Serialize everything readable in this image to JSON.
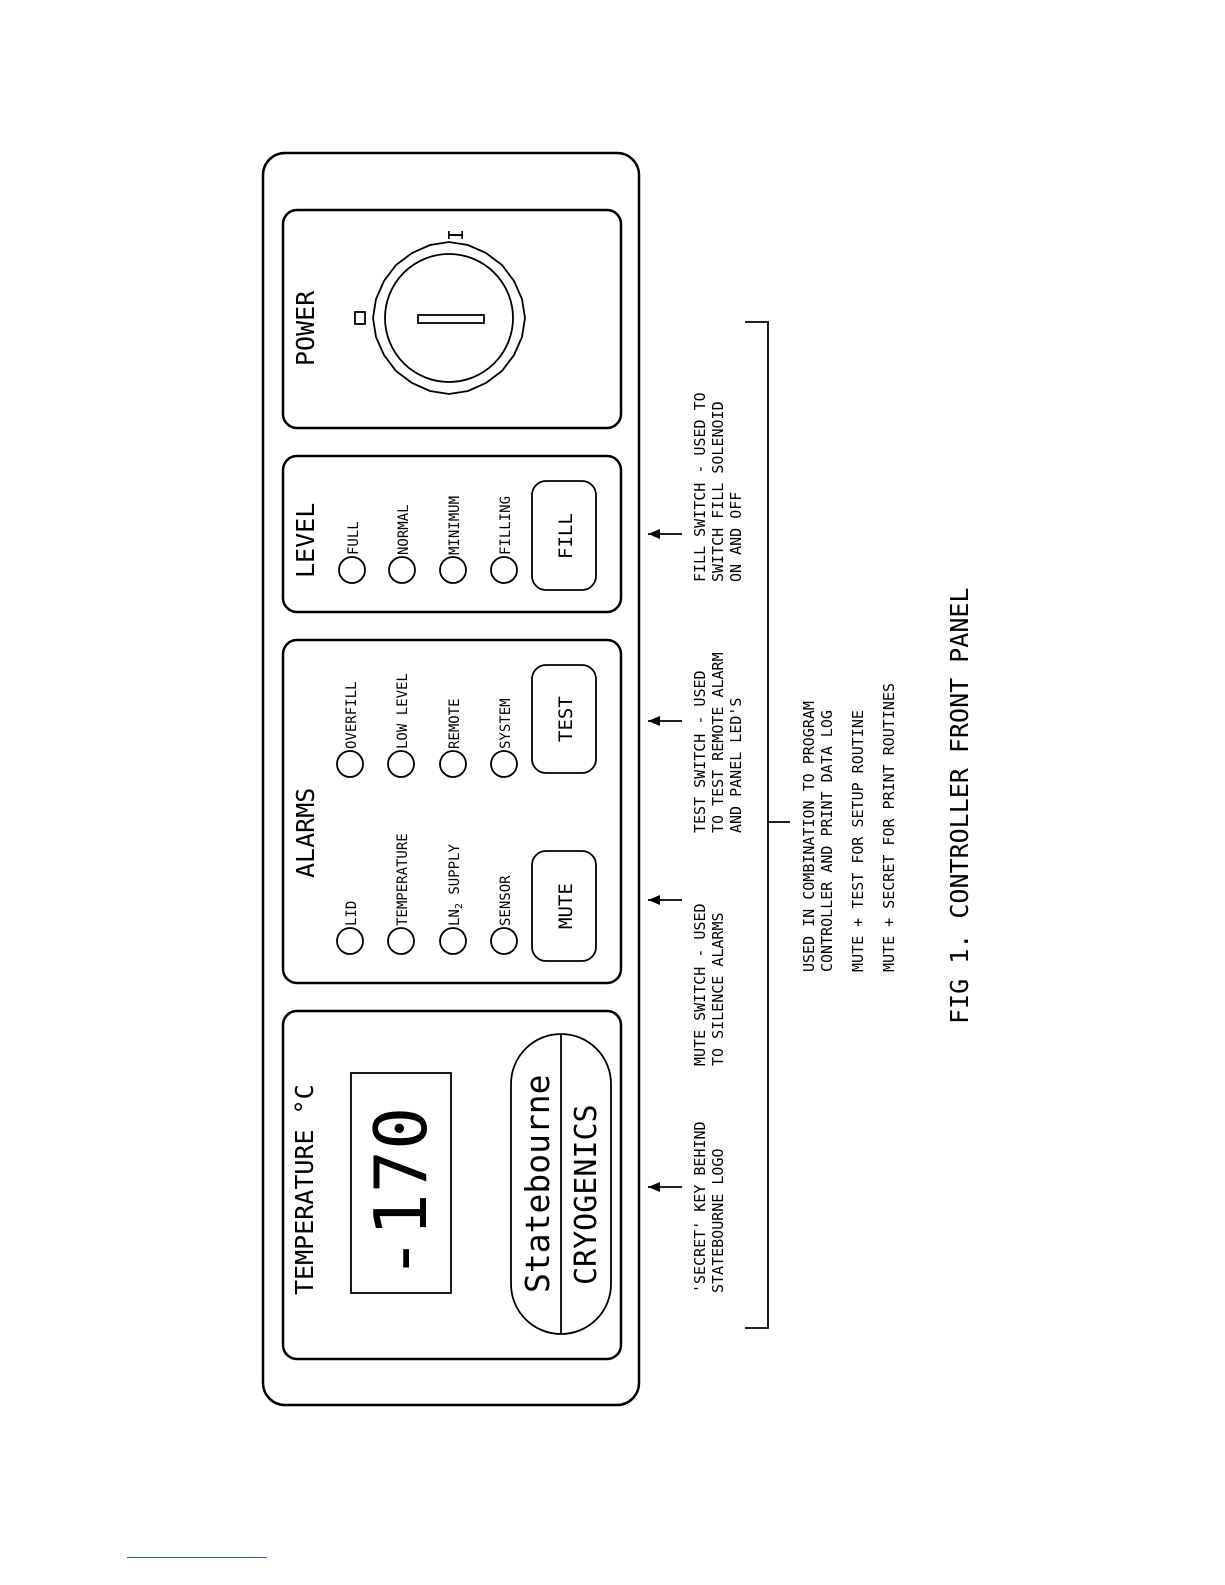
{
  "figure": {
    "caption": "FIG 1. CONTROLLER FRONT PANEL"
  },
  "temperature": {
    "title": "TEMPERATURE °C",
    "value": "-170",
    "logo_line1": "Statebourne",
    "logo_line2": "CRYOGENICS"
  },
  "alarms": {
    "title": "ALARMS",
    "leds_left": [
      "LID",
      "TEMPERATURE",
      "LN",
      "SENSOR"
    ],
    "ln_sub": "2",
    "ln_suffix": " SUPPLY",
    "leds_right": [
      "OVERFILL",
      "LOW LEVEL",
      "REMOTE",
      "SYSTEM"
    ],
    "mute_label": "MUTE",
    "test_label": "TEST"
  },
  "level": {
    "title": "LEVEL",
    "leds": [
      "FULL",
      "NORMAL",
      "MINIMUM",
      "FILLING"
    ],
    "fill_label": "FILL"
  },
  "power": {
    "title": "POWER",
    "off_symbol": "O",
    "on_symbol": "I"
  },
  "notes": {
    "secret": [
      "'SECRET' KEY BEHIND",
      "STATEBOURNE LOGO"
    ],
    "mute": [
      "MUTE SWITCH - USED",
      "TO SILENCE ALARMS"
    ],
    "test": [
      "TEST SWITCH - USED",
      "TO TEST REMOTE ALARM",
      "AND PANEL LED'S"
    ],
    "fill": [
      "FILL SWITCH - USED TO",
      "SWITCH FILL SOLENOID",
      "ON AND OFF"
    ],
    "combo": [
      "USED IN COMBINATION TO PROGRAM",
      "CONTROLLER AND PRINT DATA LOG"
    ],
    "combo2": "MUTE + TEST FOR SETUP ROUTINE",
    "combo3": "MUTE + SECRET FOR PRINT ROUTINES"
  }
}
